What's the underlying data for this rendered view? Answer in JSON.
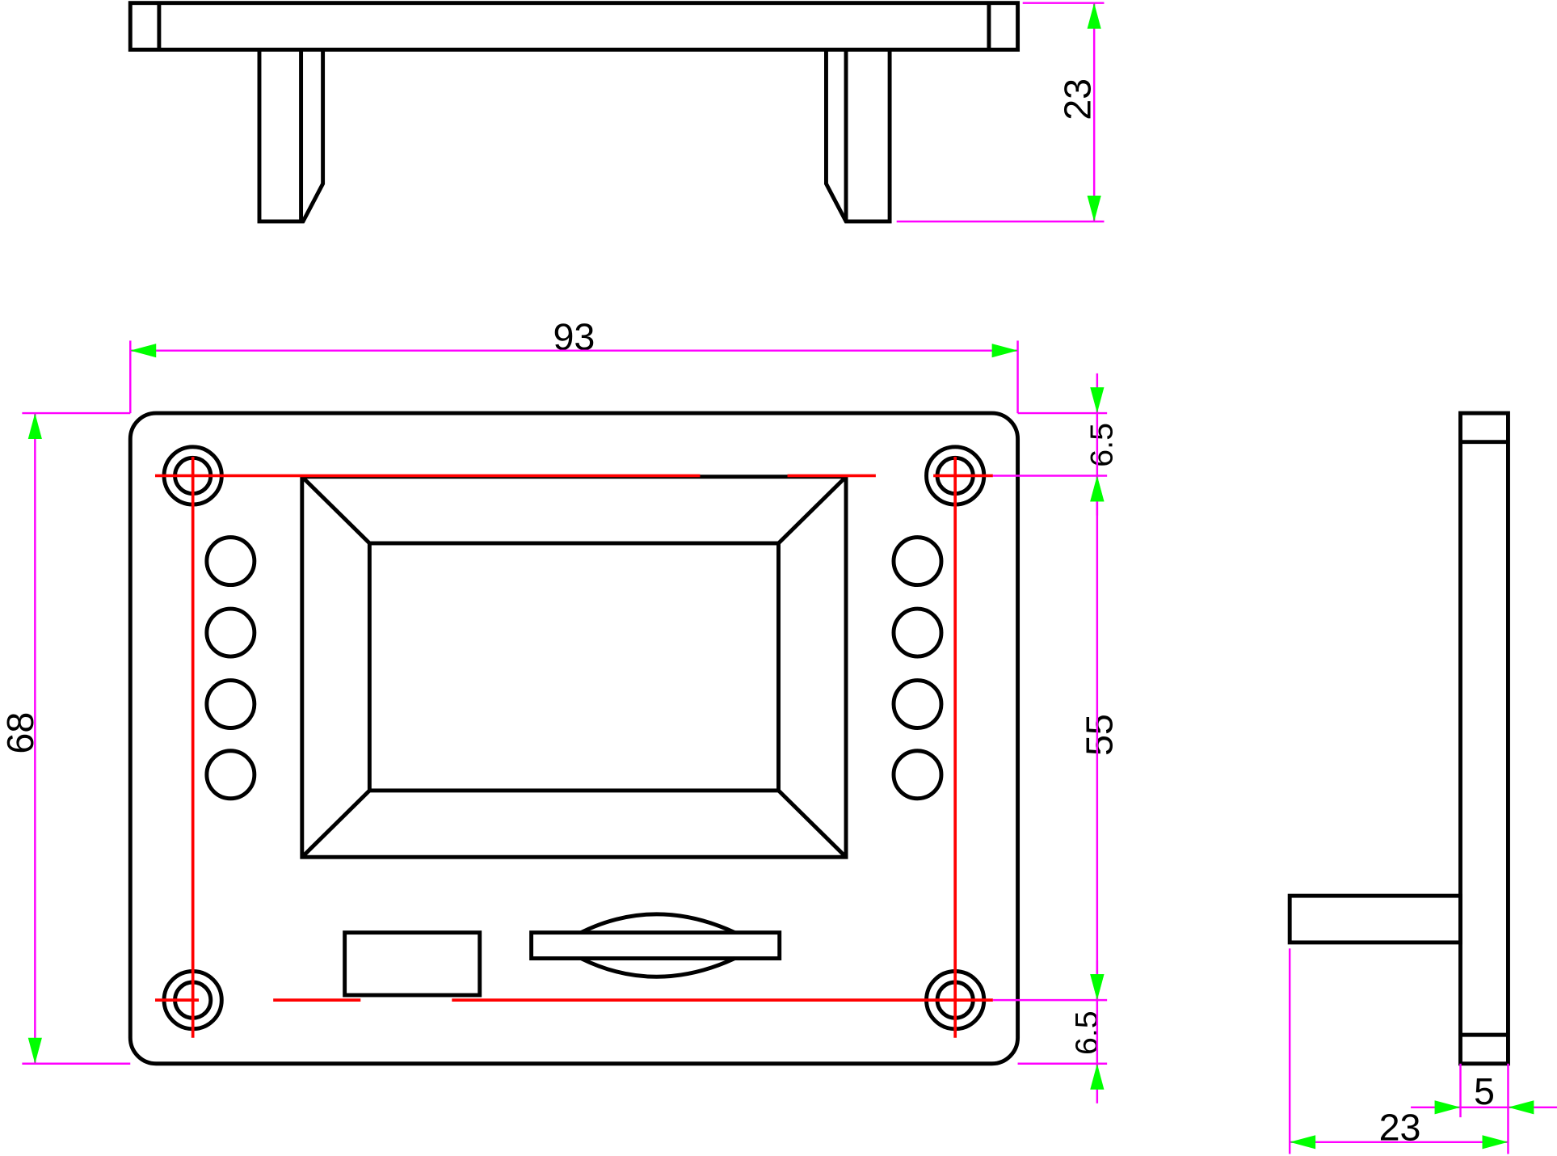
{
  "drawing": {
    "top_view": {
      "height_label": "23"
    },
    "front_view": {
      "width_label": "93",
      "height_label": "68",
      "top_offset_label": "6.5",
      "hole_spacing_label": "55",
      "bottom_offset_label": "6.5"
    },
    "side_view": {
      "plate_thickness_label": "5",
      "depth_label": "23"
    },
    "colors": {
      "outline": "#000000",
      "centerline": "#ff0000",
      "dimension": "#ff00ff",
      "arrow": "#00ff00"
    }
  }
}
